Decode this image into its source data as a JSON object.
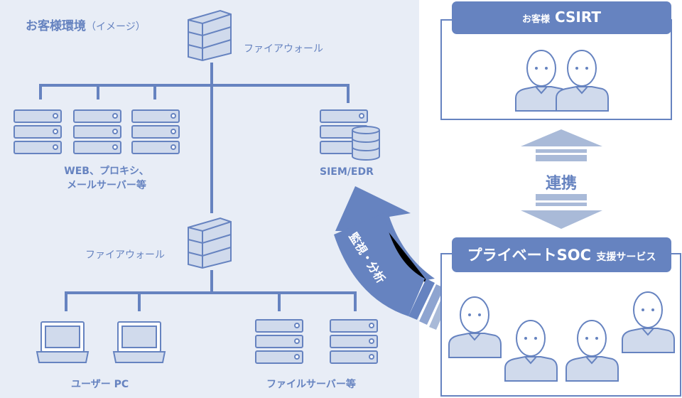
{
  "customer_env": {
    "title": "お客様環境",
    "subtitle": "（イメージ）",
    "firewall_top": "ファイアウォール",
    "firewall_mid": "ファイアウォール",
    "servers_label_1": "WEB、プロキシ、",
    "servers_label_2": "メールサーバー等",
    "siem_label": "SIEM/EDR",
    "pc_label": "ユーザー PC",
    "file_server_label": "ファイルサーバー等"
  },
  "monitor_arrow": "監視・分析",
  "csirt": {
    "prefix": "お客様",
    "title": "CSIRT"
  },
  "link_label": "連携",
  "soc": {
    "title": "プライベートSOC",
    "suffix": "支援サービス"
  },
  "colors": {
    "primary": "#6683c0",
    "light_fill": "#d0daec",
    "panel_bg": "#e8edf6",
    "arrow_light": "#a9bad8"
  }
}
